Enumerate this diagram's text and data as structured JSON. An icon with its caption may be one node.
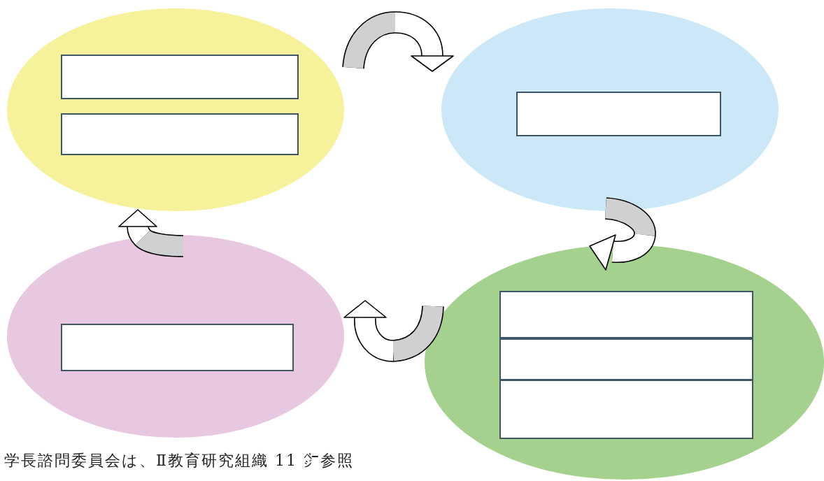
{
  "diagram": {
    "nodes": [
      {
        "text": [],
        "shape": "ellipse"
      },
      {
        "text": [],
        "shape": "box",
        "in": 0
      },
      {
        "text": [],
        "shape": "box",
        "in": 0
      },
      {
        "text": [],
        "shape": "ellipse"
      },
      {
        "text": [],
        "shape": "box",
        "in": 3
      },
      {
        "text": [],
        "shape": "ellipse"
      },
      {
        "text": [],
        "shape": "box",
        "in": 5
      },
      {
        "text": [],
        "shape": "ellipse"
      },
      {
        "text": [],
        "shape": "box",
        "in": 7
      },
      {
        "text": [],
        "shape": "box",
        "in": 7
      },
      {
        "text": [],
        "shape": "box",
        "in": 7
      }
    ],
    "edges": [
      {
        "from": 0,
        "to": 3,
        "arrow": "to"
      },
      {
        "from": 3,
        "to": 7,
        "arrow": "to"
      },
      {
        "from": 7,
        "to": 5,
        "arrow": "to"
      },
      {
        "from": 5,
        "to": 0,
        "arrow": "to"
      }
    ],
    "labels": [
      "学長諮問委員会は、Ⅱ教育研究組織 11 ㌻参照"
    ]
  }
}
